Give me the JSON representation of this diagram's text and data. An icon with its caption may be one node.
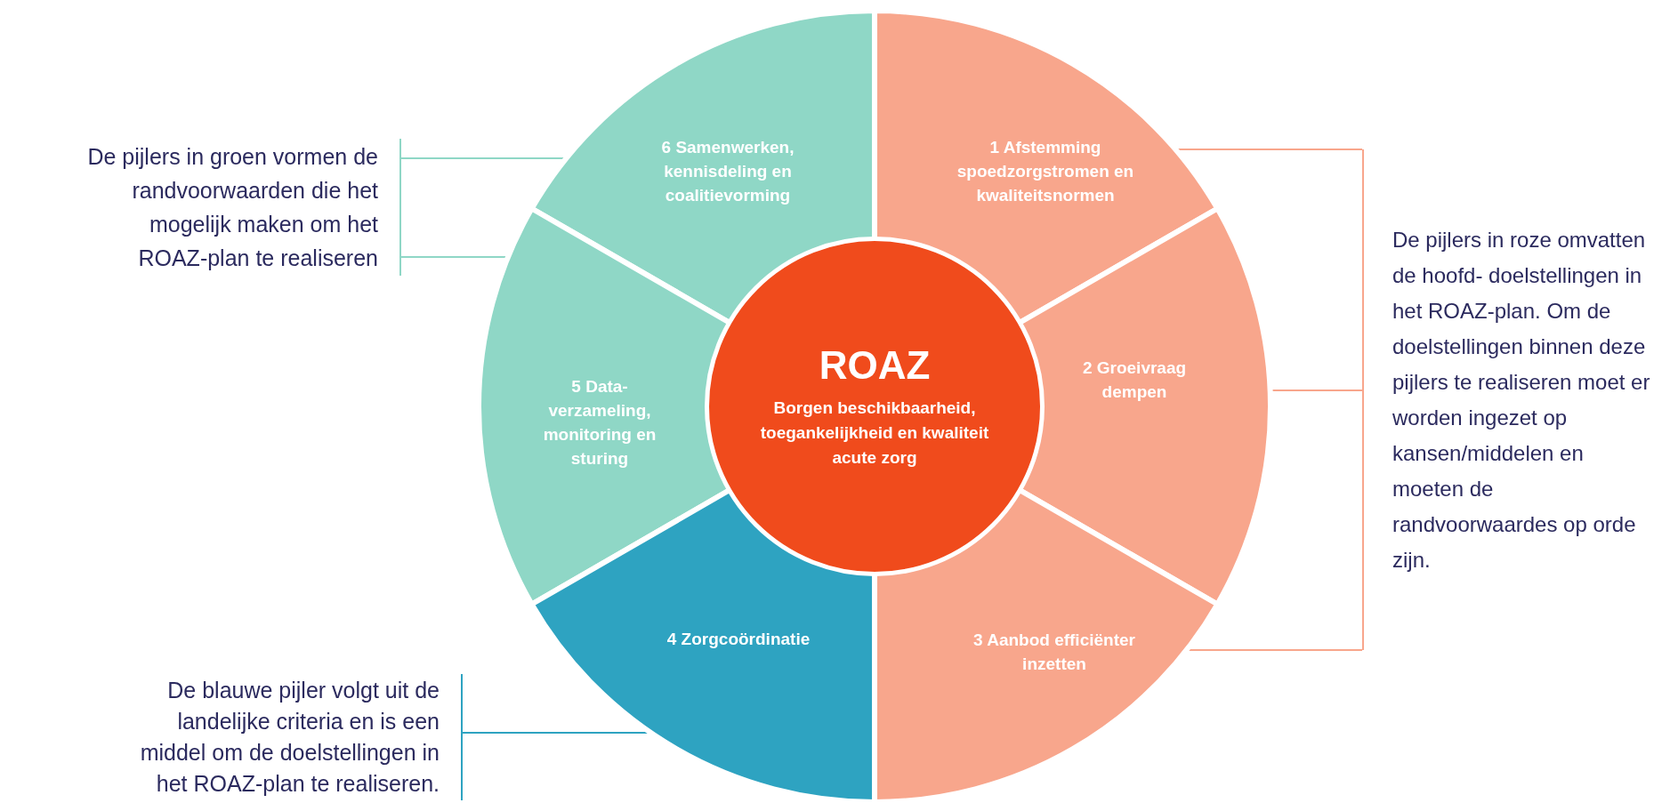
{
  "diagram": {
    "nodes": [
      {
        "text": [
          "De pijlers in groen vormen de randvoorwaarden die het mogelijk maken om het ROAZ-plan te realiseren"
        ]
      },
      {
        "text": [
          "6 Samenwerken, kennisdeling en coalitievorming"
        ]
      },
      {
        "text": [
          "1 Afstemming spoedzorgstromen en kwaliteitsnormen"
        ]
      },
      {
        "text": [
          "ROAZ",
          "Borgen beschikbaarheid, toegankelijkheid en kwaliteit acute zorg"
        ]
      },
      {
        "text": [
          "5 Data- verzameling, monitoring en sturing"
        ]
      },
      {
        "text": [
          "2 Groeivraag dempen"
        ]
      },
      {
        "text": [
          "De pijlers in roze omvatten de hoofd- doelstellingen in het ROAZ-plan. Om de doelstellingen binnen deze pijlers te realiseren moet er worden ingezet op kansen/middelen en moeten de randvoorwaardes op orde zijn."
        ]
      },
      {
        "text": [
          "4 Zorgcoördinatie"
        ]
      },
      {
        "text": [
          "3 Aanbod efficiënter inzetten"
        ]
      },
      {
        "text": [
          "De blauwe pijler volgt uit de landelijke criteria en is een middel om de doelstellingen in het ROAZ-plan te realiseren."
        ]
      }
    ],
    "edges": [
      {
        "from": 0,
        "to": 1,
        "arrow": "none",
        "color": "#8fd7c6"
      },
      {
        "from": 0,
        "to": 4,
        "arrow": "none",
        "color": "#8fd7c6"
      },
      {
        "from": 6,
        "to": 2,
        "arrow": "none"
      },
      {
        "from": 6,
        "to": 5,
        "arrow": "none"
      },
      {
        "from": 6,
        "to": 8,
        "arrow": "none"
      },
      {
        "from": 9,
        "to": 7,
        "arrow": "none",
        "color": "#2ea3c1"
      }
    ]
  }
}
